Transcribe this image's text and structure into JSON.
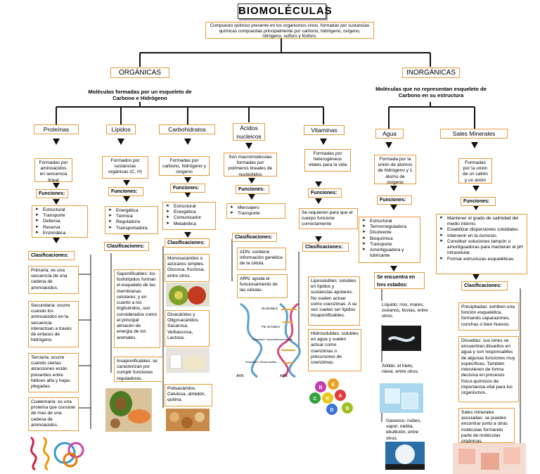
{
  "title": "BIOMOLÉCULAS",
  "intro": "Compuesto químico presente en los organismos vivos, formadas por sustancias químicas compuestas principalmente por carbono, hidrógeno, oxígeno, nitrógeno, sulfuro y fósforo.",
  "organicas": {
    "label": "ORGÁNICAS",
    "desc": "Moléculas formadas por un esqueleto de Carbono e Hidrógeno"
  },
  "inorganicas": {
    "label": "INORGÁNICAS",
    "desc": "Moléculas que no representan esqueleto de Carbono en su estructura"
  },
  "funciones_label": "Funciones:",
  "clasif_label": "Clasificaciones:",
  "proteinas": {
    "label": "Proteínas",
    "def": "Formadas por aminoácidos en secuencia lineal",
    "funciones": [
      "Estructural",
      "Transporte",
      "Defensa",
      "Reserva",
      "Enzimática"
    ],
    "clasif": [
      "Primaria: es una secuencia de una cadena de aminoácidos.",
      "Secundaria: ocurre cuando los aminoácidos en la secuencia interactúan a través de enlaces de hidrógeno.",
      "Terciaria: ocurre cuando ciertas atracciones están presentes entre hélices alfa y hojas plegadas.",
      "Cuaternaria: es una proteína que consiste de mas de una cadena de aminoácidos."
    ]
  },
  "lipidos": {
    "label": "Lípidos",
    "def": "Formados por sustancias orgánicas (C, H)",
    "funciones": [
      "Energética",
      "Térmica",
      "Reguladora",
      "Transportadora"
    ],
    "clasif": [
      "Saponificables: los fosfolípidos forman el esqueleto de las membranas celulares; y en cuanto a los triglicéridos, son considerados como el principal almacén de energía de los animales.",
      "Insaponificables: se caracterizan por cumplir funciones reguladoras."
    ]
  },
  "carbohidratos": {
    "label": "Carbohidratos",
    "def": "Formadas por carbono, hidrógeno y oxígeno",
    "funciones": [
      "Estructural",
      "Energética",
      "Comunicador",
      "Metabólica"
    ],
    "clasif": [
      "Monosacáridos o azúcares simples. Glucosa, fructosa, entre otros.",
      "Disacáridos y Oligosacáridos. Sacarosa, Verbascosa, Lactosa.",
      "Polisacáridos. Celulosa, almidón, quitina."
    ]
  },
  "acidos": {
    "label": "Ácidos nucleicos",
    "def": "Son macromoléculas formadas por polímeros lineales de nucleótidos",
    "funciones": [
      "Mensajero",
      "Transporte"
    ],
    "clasif": [
      "ADN: contiene información genética de la célula.",
      "ARN: ayuda el funcionamiento de las células."
    ],
    "dna_labels": [
      "Nucleótidos",
      "Par de bases",
      "\"esqueleto\" desoxirribosa fosfato",
      "\"esqueleto\" ribosa-fosfato",
      "ARN",
      "ADN"
    ]
  },
  "vitaminas": {
    "label": "Vitaminas",
    "def": "Formadas por heterogéneos vitales para la vida",
    "funciones_text": "Se requieren para que el cuerpo funcione correctamente",
    "clasif": [
      "Liposolubles: solubles en lípidos y sustancias apolares. No suelen actuar como coenzimas. A su vez suelen ser lípidos insaponificables.",
      "Hidrosolubles: solubles en agua y suelen actuar como coenzimas o precursores de coenzimas."
    ],
    "vit_letters": [
      "B",
      "E",
      "C",
      "K",
      "A",
      "D",
      "B"
    ]
  },
  "agua": {
    "label": "Agua",
    "def": "Formada por la unión de átomos de hidrógeno y 1 átomo de oxígeno",
    "funciones": [
      "Estructural",
      "Termorreguladora",
      "Disolvente",
      "Bioquímica",
      "Transporte",
      "Amortiguadora y lubricante"
    ],
    "estados_label": "Se encuentra en tres estados:",
    "estados": [
      "Líquido: ríos, mares, océanos, lluvias, entre otros.",
      "Sólido: el hielo, nieve, entre otros.",
      "Gaseoso: nubes, vapor, niebla, ebullición, entre otros."
    ]
  },
  "sales": {
    "label": "Sales Minerales",
    "def": "Formadas por la unión de un catión y un anión",
    "funciones": [
      "Mantener el grado de salinidad del medio interno.",
      "Estabilizar dispersiones coloidales.",
      "Intervenir en la ósmosis.",
      "Constituir soluciones tampón o amortiguadoras para mantener el pH intracelular.",
      "Formar estructuras esqueléticas."
    ],
    "clasif": [
      "Precipitadas: exhiben una función esquelética, formando caparazones, conchas o bien huesos.",
      "Disueltas: sus iones se encuentran disueltos en agua y son responsables de algunas funciones muy específicas. También intervienen de forma decisiva en procesos físico-químicos de importancia vital para los organismos.",
      "Sales minerales asociadas: se pueden encontrar junto a otras moléculas formando parte de moléculas orgánicas."
    ]
  }
}
